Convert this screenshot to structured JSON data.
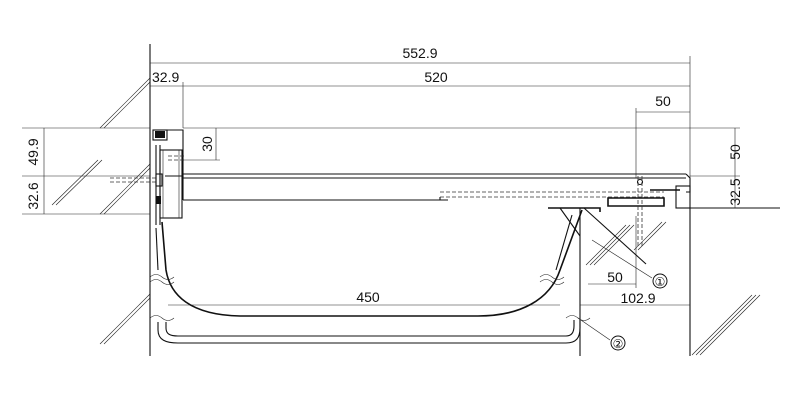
{
  "dimensions": {
    "overall_width": "552.9",
    "opening_width": "520",
    "left_offset": "32.9",
    "right_lip": "50",
    "flange_height": "30",
    "left_upper_height": "49.9",
    "left_lower_height": "32.6",
    "right_upper_height": "50",
    "right_lower_height": "32.5",
    "lower_right_small": "50",
    "lower_right_large": "102.9",
    "basin_width": "450"
  },
  "callouts": {
    "one": "①",
    "two": "②"
  }
}
